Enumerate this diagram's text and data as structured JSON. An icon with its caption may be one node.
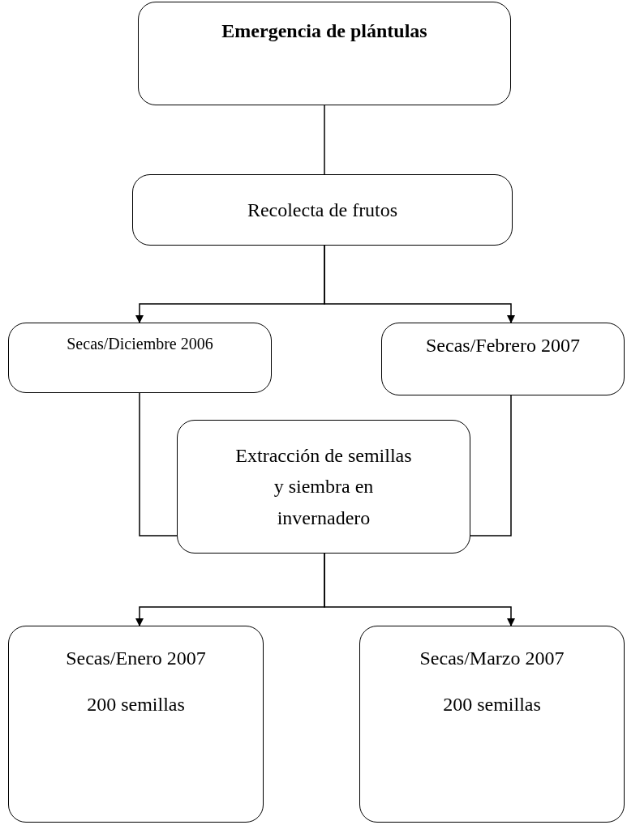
{
  "diagram": {
    "nodes": [
      {
        "text": [
          "Emergencia de plántulas"
        ]
      },
      {
        "text": [
          "Recolecta de frutos"
        ]
      },
      {
        "text": [
          "Secas/Diciembre 2006"
        ]
      },
      {
        "text": [
          "Secas/Febrero 2007"
        ]
      },
      {
        "text": [
          "Extracción de semillas y siembra en invernadero"
        ]
      },
      {
        "text": [
          "Secas/Enero 2007",
          "200 semillas"
        ]
      },
      {
        "text": [
          "Secas/Marzo 2007",
          "200 semillas"
        ]
      }
    ],
    "edges": [
      {
        "from": 0,
        "to": 1,
        "arrow": "none"
      },
      {
        "from": 1,
        "to": 2,
        "arrow": "to"
      },
      {
        "from": 1,
        "to": 3,
        "arrow": "to"
      },
      {
        "from": 2,
        "to": 4,
        "arrow": "none"
      },
      {
        "from": 3,
        "to": 4,
        "arrow": "none"
      },
      {
        "from": 4,
        "to": 5,
        "arrow": "to"
      },
      {
        "from": 4,
        "to": 6,
        "arrow": "to"
      }
    ]
  }
}
